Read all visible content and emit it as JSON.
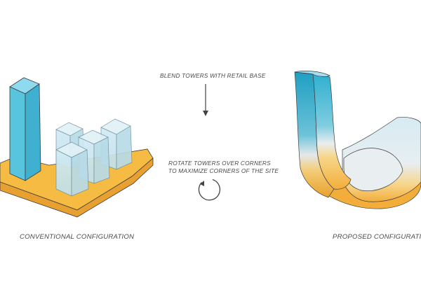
{
  "captions": {
    "blend": "BLEND TOWERS WITH RETAIL BASE",
    "rotate_line1": "ROTATE TOWERS OVER CORNERS",
    "rotate_line2": "TO MAXIMIZE CORNERS OF THE SITE",
    "conventional": "CONVENTIONAL CONFIGURATION",
    "proposed": "PROPOSED CONFIGURATION"
  },
  "colors": {
    "retail_base": "#f5b73c",
    "retail_base_side": "#e9a22f",
    "tall_tower": "#58c4dd",
    "glass_towers": "#c8e6f1",
    "proposed_cyan": "#3fb6d4",
    "proposed_orange": "#f5b440",
    "arrow": "#444444"
  },
  "icons": {
    "down_arrow": "arrow-down-icon",
    "rotate": "rotate-clockwise-icon"
  }
}
